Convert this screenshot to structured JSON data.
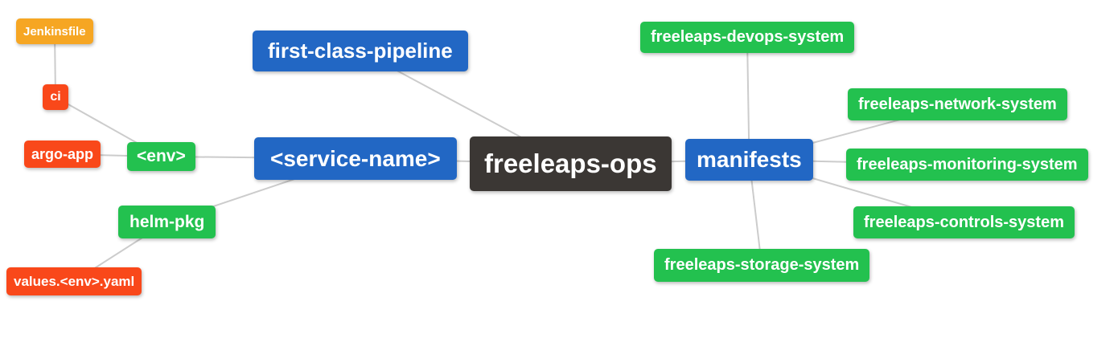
{
  "colors": {
    "edge": "#cccccc",
    "background": "#ffffff",
    "orange": "#f6a623",
    "red": "#f9481a",
    "green": "#23c14f",
    "blue": "#2267c4",
    "dark": "#3b3734"
  },
  "nodes": {
    "jenkinsfile": {
      "label": "Jenkinsfile",
      "color": "#f6a623"
    },
    "ci": {
      "label": "ci",
      "color": "#f9481a"
    },
    "argo_app": {
      "label": "argo-app",
      "color": "#f9481a"
    },
    "env": {
      "label": "<env>",
      "color": "#23c14f"
    },
    "service_name": {
      "label": "<service-name>",
      "color": "#2267c4"
    },
    "first_class_pipeline": {
      "label": "first-class-pipeline",
      "color": "#2267c4"
    },
    "freeleaps_ops": {
      "label": "freeleaps-ops",
      "color": "#3b3734"
    },
    "manifests": {
      "label": "manifests",
      "color": "#2267c4"
    },
    "devops_system": {
      "label": "freeleaps-devops-system",
      "color": "#23c14f"
    },
    "network_system": {
      "label": "freeleaps-network-system",
      "color": "#23c14f"
    },
    "monitoring_system": {
      "label": "freeleaps-monitoring-system",
      "color": "#23c14f"
    },
    "controls_system": {
      "label": "freeleaps-controls-system",
      "color": "#23c14f"
    },
    "storage_system": {
      "label": "freeleaps-storage-system",
      "color": "#23c14f"
    },
    "helm_pkg": {
      "label": "helm-pkg",
      "color": "#23c14f"
    },
    "values_yaml": {
      "label": "values.<env>.yaml",
      "color": "#f9481a"
    }
  },
  "edges": [
    {
      "from": "jenkinsfile",
      "to": "ci"
    },
    {
      "from": "ci",
      "to": "env"
    },
    {
      "from": "argo_app",
      "to": "env"
    },
    {
      "from": "env",
      "to": "service_name"
    },
    {
      "from": "service_name",
      "to": "freeleaps_ops"
    },
    {
      "from": "first_class_pipeline",
      "to": "freeleaps_ops"
    },
    {
      "from": "service_name",
      "to": "helm_pkg"
    },
    {
      "from": "helm_pkg",
      "to": "values_yaml"
    },
    {
      "from": "freeleaps_ops",
      "to": "manifests"
    },
    {
      "from": "manifests",
      "to": "devops_system"
    },
    {
      "from": "manifests",
      "to": "network_system"
    },
    {
      "from": "manifests",
      "to": "monitoring_system"
    },
    {
      "from": "manifests",
      "to": "controls_system"
    },
    {
      "from": "manifests",
      "to": "storage_system"
    }
  ]
}
